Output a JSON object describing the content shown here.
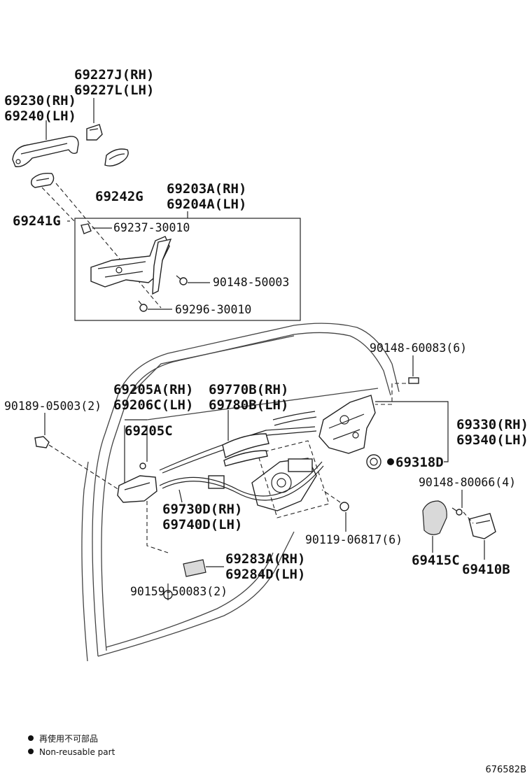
{
  "labels": {
    "p69227J": "69227J(RH)",
    "p69227L": "69227L(LH)",
    "p69230": "69230(RH)",
    "p69240": "69240(LH)",
    "p69242G": "69242G",
    "p69203A": "69203A(RH)",
    "p69204A": "69204A(LH)",
    "p69241G": "69241G",
    "p69237": "69237-30010",
    "p90148_50003": "90148-50003",
    "p69296": "69296-30010",
    "p90148_60083": "90148-60083(6)",
    "p69205A": "69205A(RH)",
    "p69206C": "69206C(LH)",
    "p69770B": "69770B(RH)",
    "p69780B": "69780B(LH)",
    "p90189": "90189-05003(2)",
    "p69205C": "69205C",
    "p69330": "69330(RH)",
    "p69340": "69340(LH)",
    "p69318D": "69318D",
    "p90148_80066": "90148-80066(4)",
    "p69730D": "69730D(RH)",
    "p69740D": "69740D(LH)",
    "p90119": "90119-06817(6)",
    "p69283A": "69283A(RH)",
    "p69284D": "69284D(LH)",
    "p69415C": "69415C",
    "p69410B": "69410B",
    "p90159": "90159-50083(2)"
  },
  "legend": {
    "line_cn": "再使用不可部品",
    "line_en": "Non-reusable part"
  },
  "diagram_code": "676582B"
}
